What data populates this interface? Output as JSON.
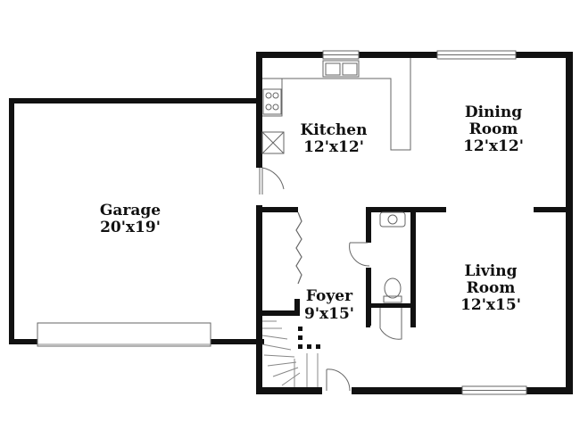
{
  "rooms": {
    "garage": {
      "name": "Garage",
      "dims": "20'x19'"
    },
    "kitchen": {
      "name": "Kitchen",
      "dims": "12'x12'"
    },
    "dining": {
      "name_line1": "Dining",
      "name_line2": "Room",
      "dims": "12'x12'"
    },
    "foyer": {
      "name": "Foyer",
      "dims": "9'x15'"
    },
    "living": {
      "name_line1": "Living",
      "name_line2": "Room",
      "dims": "12'x15'"
    }
  },
  "colors": {
    "wall": "#111111",
    "fixture_line": "#777777",
    "background": "#ffffff"
  }
}
